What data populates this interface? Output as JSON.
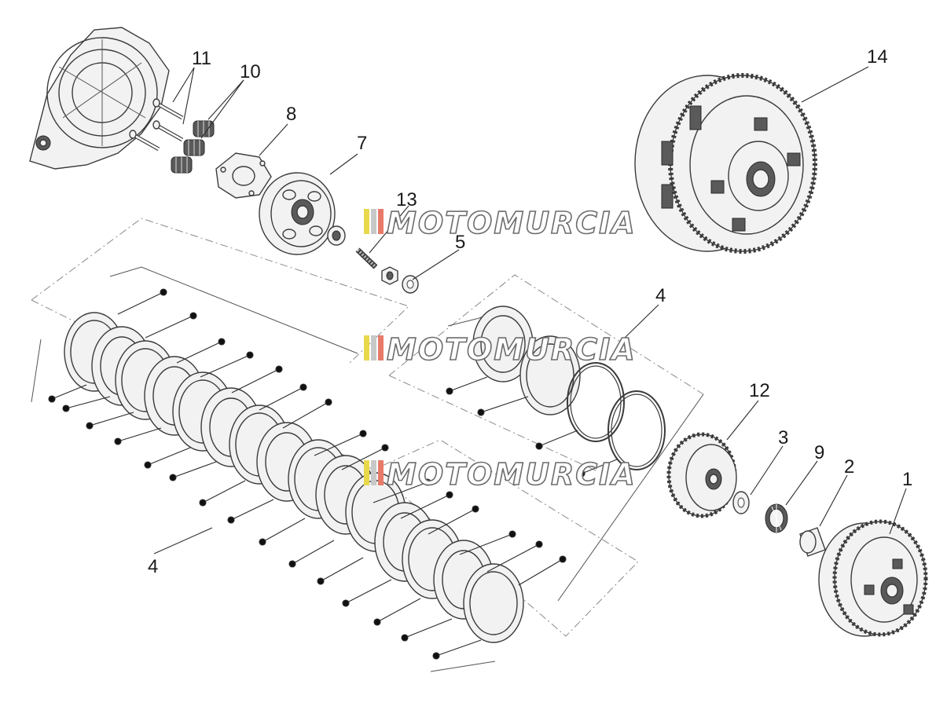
{
  "callouts": {
    "c1": "1",
    "c2": "2",
    "c3": "3",
    "c4a": "4",
    "c4b": "4",
    "c5": "5",
    "c7": "7",
    "c8": "8",
    "c9": "9",
    "c10": "10",
    "c11": "11",
    "c12": "12",
    "c13": "13",
    "c14": "14"
  },
  "watermark": {
    "text": "MOTOMURCIA",
    "stripe_colors": [
      "#e8d84a",
      "#c8c8c8",
      "#e87a6a"
    ]
  },
  "colors": {
    "line": "#3b3b3b",
    "dash": "#8a8a8a",
    "background": "#ffffff"
  }
}
